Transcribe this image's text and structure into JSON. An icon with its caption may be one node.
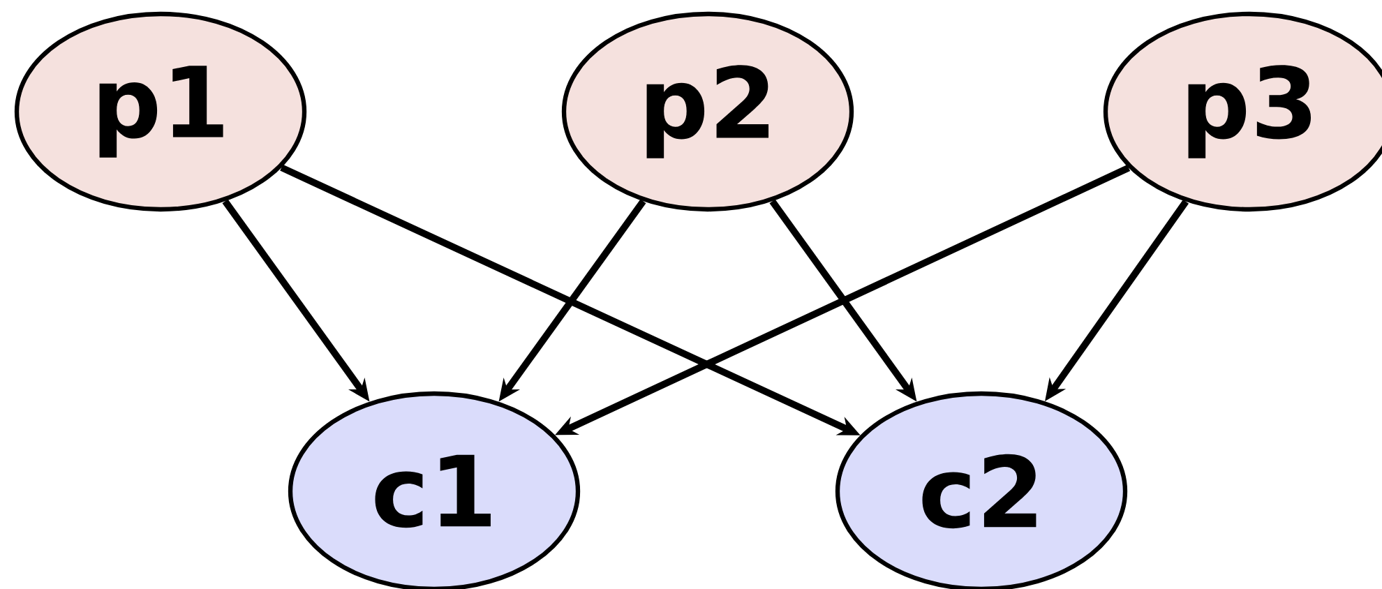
{
  "diagram": {
    "nodes": [
      {
        "text": [
          "p1"
        ]
      },
      {
        "text": [
          "p2"
        ]
      },
      {
        "text": [
          "p3"
        ]
      },
      {
        "text": [
          "c1"
        ]
      },
      {
        "text": [
          "c2"
        ]
      }
    ],
    "edges": [
      {
        "from": 0,
        "to": 3,
        "arrow": "to"
      },
      {
        "from": 0,
        "to": 4,
        "arrow": "to"
      },
      {
        "from": 1,
        "to": 3,
        "arrow": "to"
      },
      {
        "from": 1,
        "to": 4,
        "arrow": "to"
      },
      {
        "from": 2,
        "to": 3,
        "arrow": "to"
      },
      {
        "from": 2,
        "to": 4,
        "arrow": "to"
      }
    ]
  }
}
